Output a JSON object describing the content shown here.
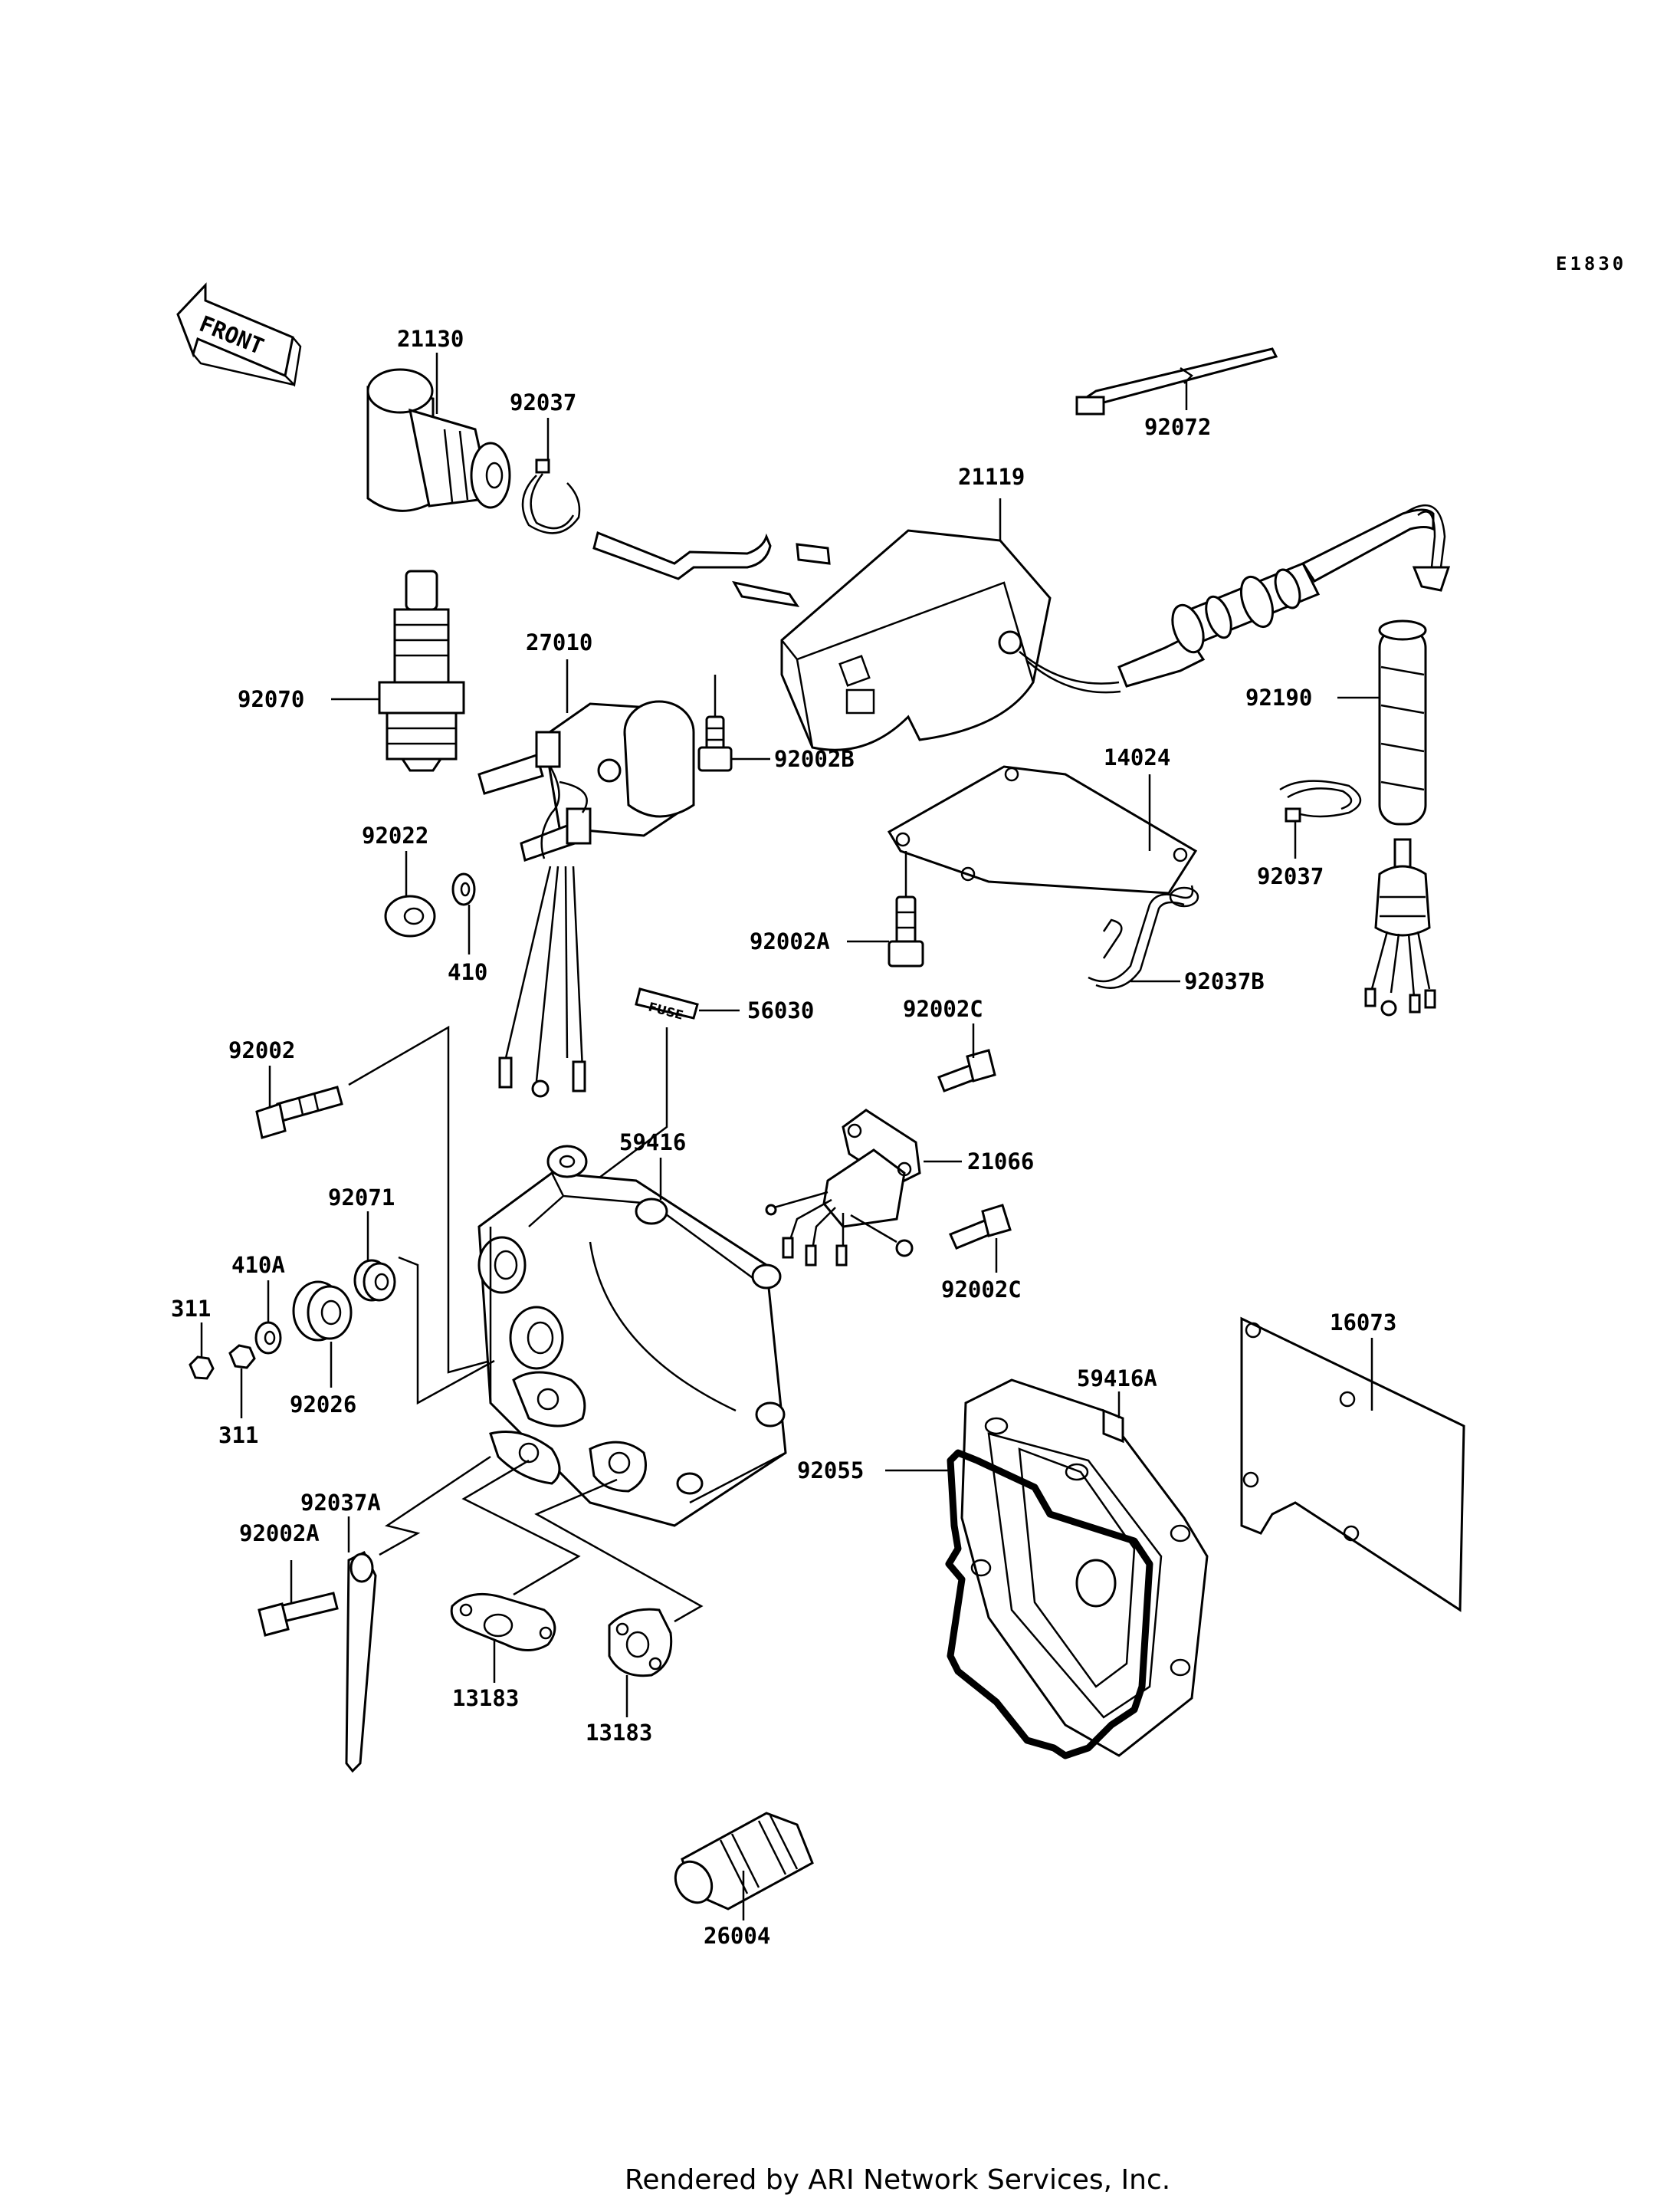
{
  "diagram_code": "E1830",
  "front_arrow": "FRONT",
  "footer": "Rendered by ARI Network Services, Inc.",
  "callouts": {
    "p21130": "21130",
    "p92037_top": "92037",
    "p92072": "92072",
    "p21119": "21119",
    "p27010": "27010",
    "p92070": "92070",
    "p92002B": "92002B",
    "p14024": "14024",
    "p92190": "92190",
    "p92037_right": "92037",
    "p92022": "92022",
    "p410": "410",
    "p92002A_mid": "92002A",
    "p92037B": "92037B",
    "p56030": "56030",
    "p92002C_top": "92002C",
    "p92002": "92002",
    "p59416": "59416",
    "p21066": "21066",
    "p92071": "92071",
    "p410A": "410A",
    "p92002C_bot": "92002C",
    "p311_top": "311",
    "p311_bot": "311",
    "p92026": "92026",
    "p16073": "16073",
    "p59416A": "59416A",
    "p92055": "92055",
    "p92037A": "92037A",
    "p92002A_low": "92002A",
    "p13183_left": "13183",
    "p13183_right": "13183",
    "p26004": "26004",
    "fuse_text": "FUSE"
  }
}
